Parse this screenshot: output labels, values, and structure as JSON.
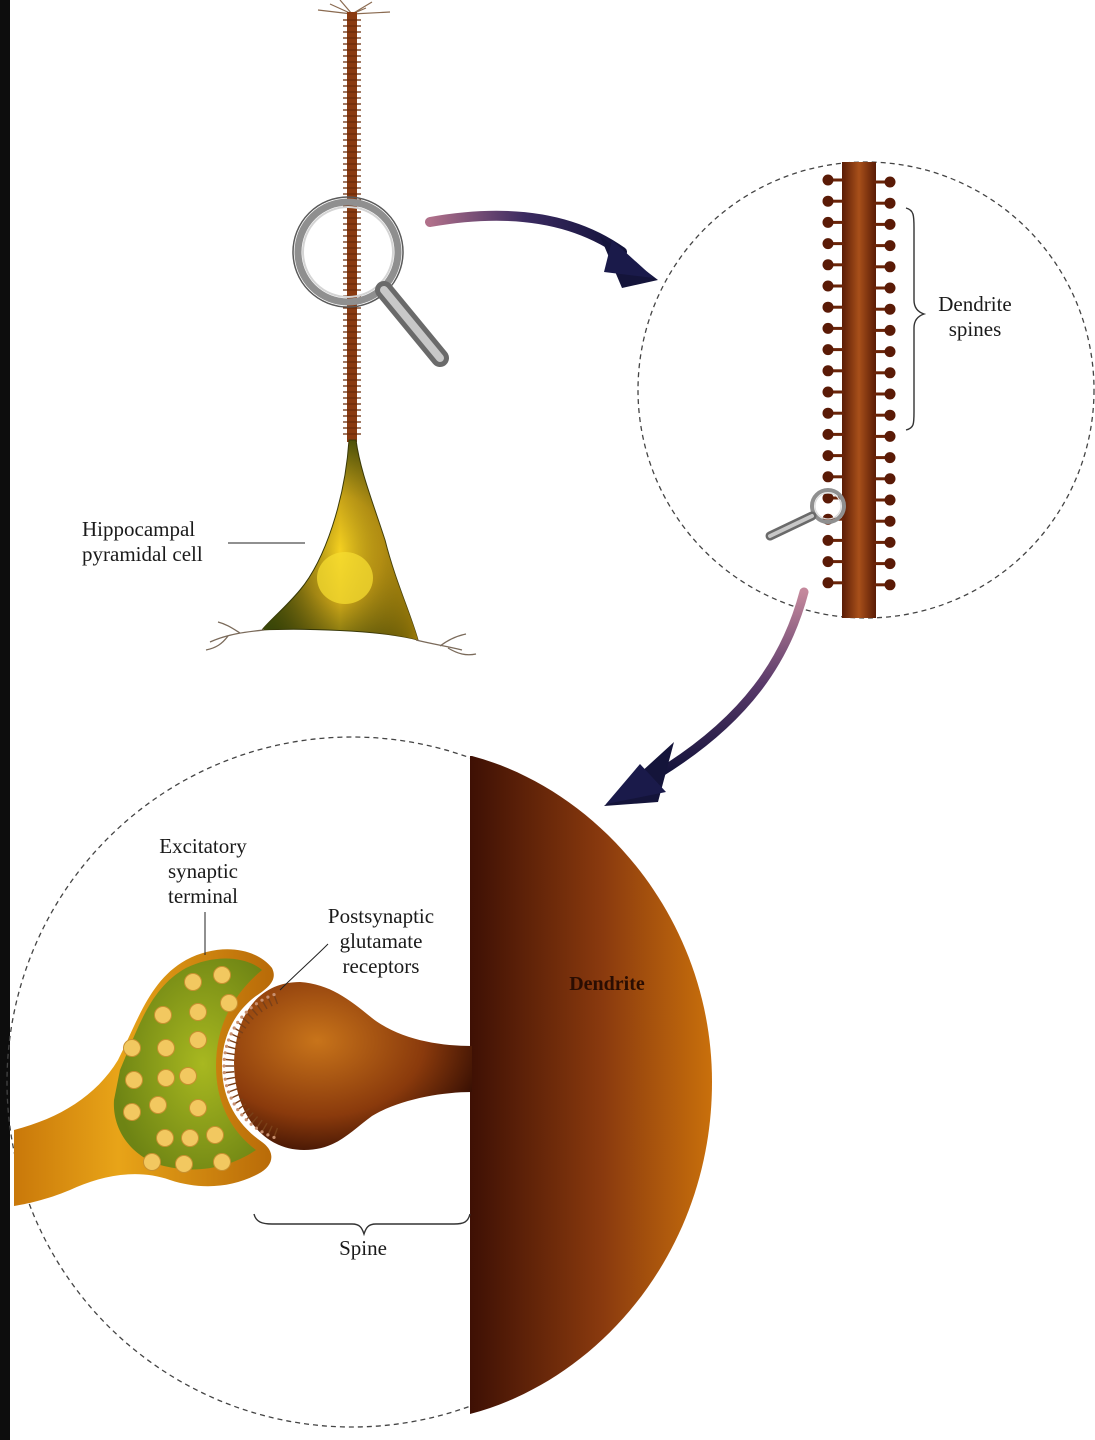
{
  "labels": {
    "pyramidal_cell_line1": "Hippocampal",
    "pyramidal_cell_line2": "pyramidal cell",
    "dendrite_spines_line1": "Dendrite",
    "dendrite_spines_line2": "spines",
    "excitatory_line1": "Excitatory",
    "excitatory_line2": "synaptic",
    "excitatory_line3": "terminal",
    "postsynaptic_line1": "Postsynaptic",
    "postsynaptic_line2": "glutamate",
    "postsynaptic_line3": "receptors",
    "dendrite": "Dendrite",
    "spine": "Spine"
  },
  "colors": {
    "dendrite_brown": "#8a3a10",
    "dendrite_dark": "#4a1a05",
    "terminal_orange": "#d98a12",
    "terminal_green": "#8fa520",
    "vesicle": "#f0c060",
    "cell_yellow": "#e8c420",
    "cell_green": "#5a6a10",
    "arrow_navy": "#1a1a48",
    "arrow_plum": "#8a4a6a"
  },
  "icons": {
    "magnifier_large": "magnifier-icon",
    "magnifier_small": "magnifier-icon"
  }
}
